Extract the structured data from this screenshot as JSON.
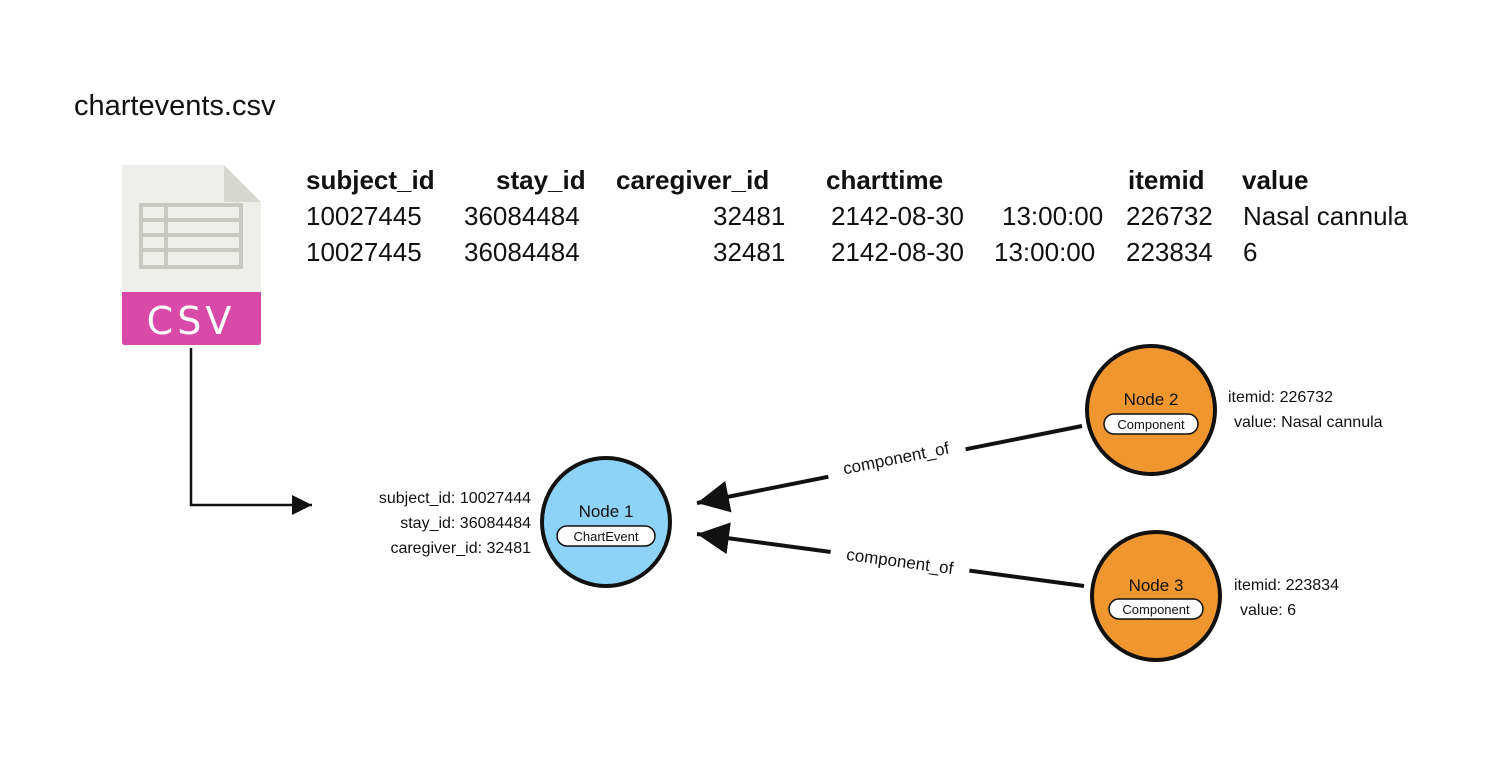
{
  "file": {
    "title": "chartevents.csv",
    "icon_label": "CSV",
    "icon": "csv-file-icon",
    "icon_accent_color": "#d94aa8",
    "icon_body_color": "#eeeeea"
  },
  "table": {
    "headers": [
      "subject_id",
      "stay_id",
      "caregiver_id",
      "charttime",
      "itemid",
      "value"
    ],
    "rows": [
      [
        "10027445",
        "36084484",
        "32481",
        "2142-08-30",
        "13:00:00",
        "226732",
        "Nasal cannula"
      ],
      [
        "10027445",
        "36084484",
        "32481",
        "2142-08-30",
        "13:00:00",
        "223834",
        "6"
      ]
    ]
  },
  "nodes": [
    {
      "id": "node1",
      "title": "Node 1",
      "label": "ChartEvent",
      "color": "#8dd3f7",
      "props": [
        "subject_id: 10027444",
        "stay_id: 36084484",
        "caregiver_id: 32481"
      ]
    },
    {
      "id": "node2",
      "title": "Node 2",
      "label": "Component",
      "color": "#f0962f",
      "props": [
        "itemid: 226732",
        "value: Nasal cannula"
      ]
    },
    {
      "id": "node3",
      "title": "Node 3",
      "label": "Component",
      "color": "#f0962f",
      "props": [
        "itemid: 223834",
        "value: 6"
      ]
    }
  ],
  "edges": [
    {
      "from": "node2",
      "to": "node1",
      "label": "component_of"
    },
    {
      "from": "node3",
      "to": "node1",
      "label": "component_of"
    }
  ]
}
